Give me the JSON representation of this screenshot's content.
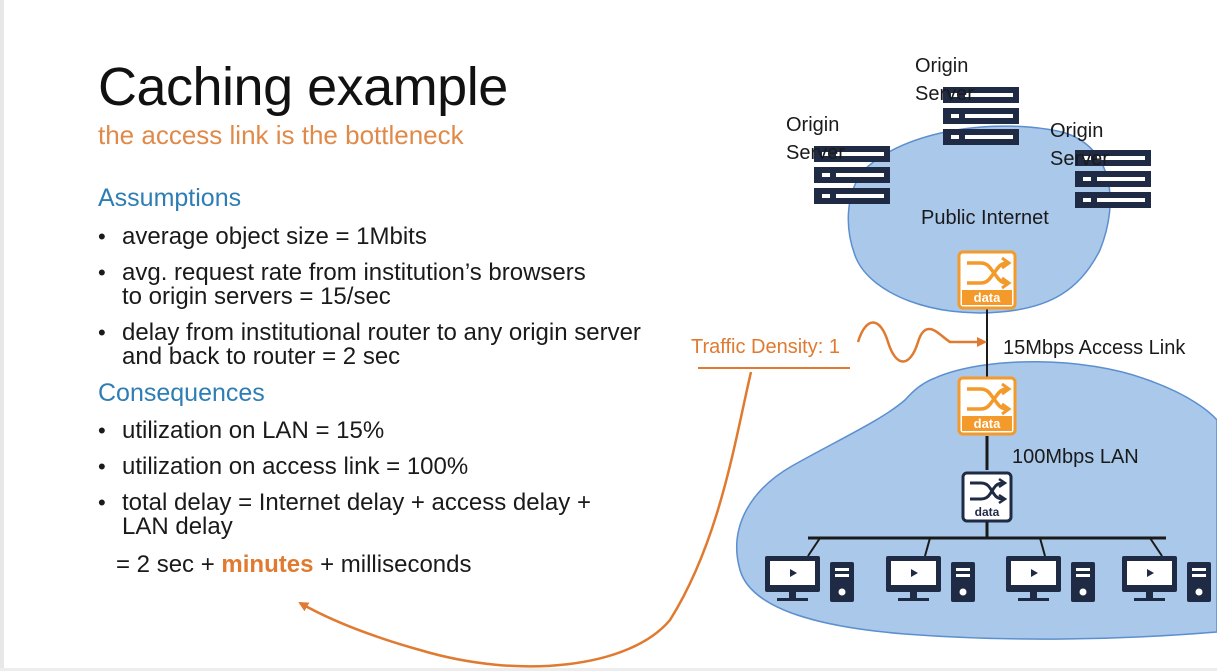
{
  "slide": {
    "title": "Caching example",
    "subtitle": "the access link is the bottleneck",
    "assumptions_heading": "Assumptions",
    "assumptions": [
      "average object size = 1Mbits",
      "avg. request rate from institution’s browsers to origin servers = 15/sec",
      "delay from institutional router to any origin server and back to router  = 2 sec"
    ],
    "consequences_heading": "Consequences",
    "consequences": [
      "utilization on LAN = 15%",
      "utilization on access link = 100%",
      "total delay   = Internet delay + access delay + LAN delay"
    ],
    "equation": {
      "prefix": "=  2 sec + ",
      "highlight": "minutes",
      "suffix": " + milliseconds"
    }
  },
  "diagram": {
    "servers": [
      {
        "line1": "Origin",
        "line2": "Server"
      },
      {
        "line1": "Origin",
        "line2": "Server"
      },
      {
        "line1": "Origin",
        "line2": "Server"
      }
    ],
    "public_internet_label": "Public Internet",
    "access_link_label": "15Mbps Access Link",
    "lan_label": "100Mbps LAN",
    "traffic_density_label": "Traffic Density: 1",
    "router_text": "data",
    "colors": {
      "cloud_fill": "#a9c8ea",
      "cloud_stroke": "#5b8fcf",
      "router_orange": "#f39a2b",
      "server_navy": "#1f2a44",
      "annotation_orange": "#e07a30",
      "heading_blue": "#2e7db5"
    }
  }
}
